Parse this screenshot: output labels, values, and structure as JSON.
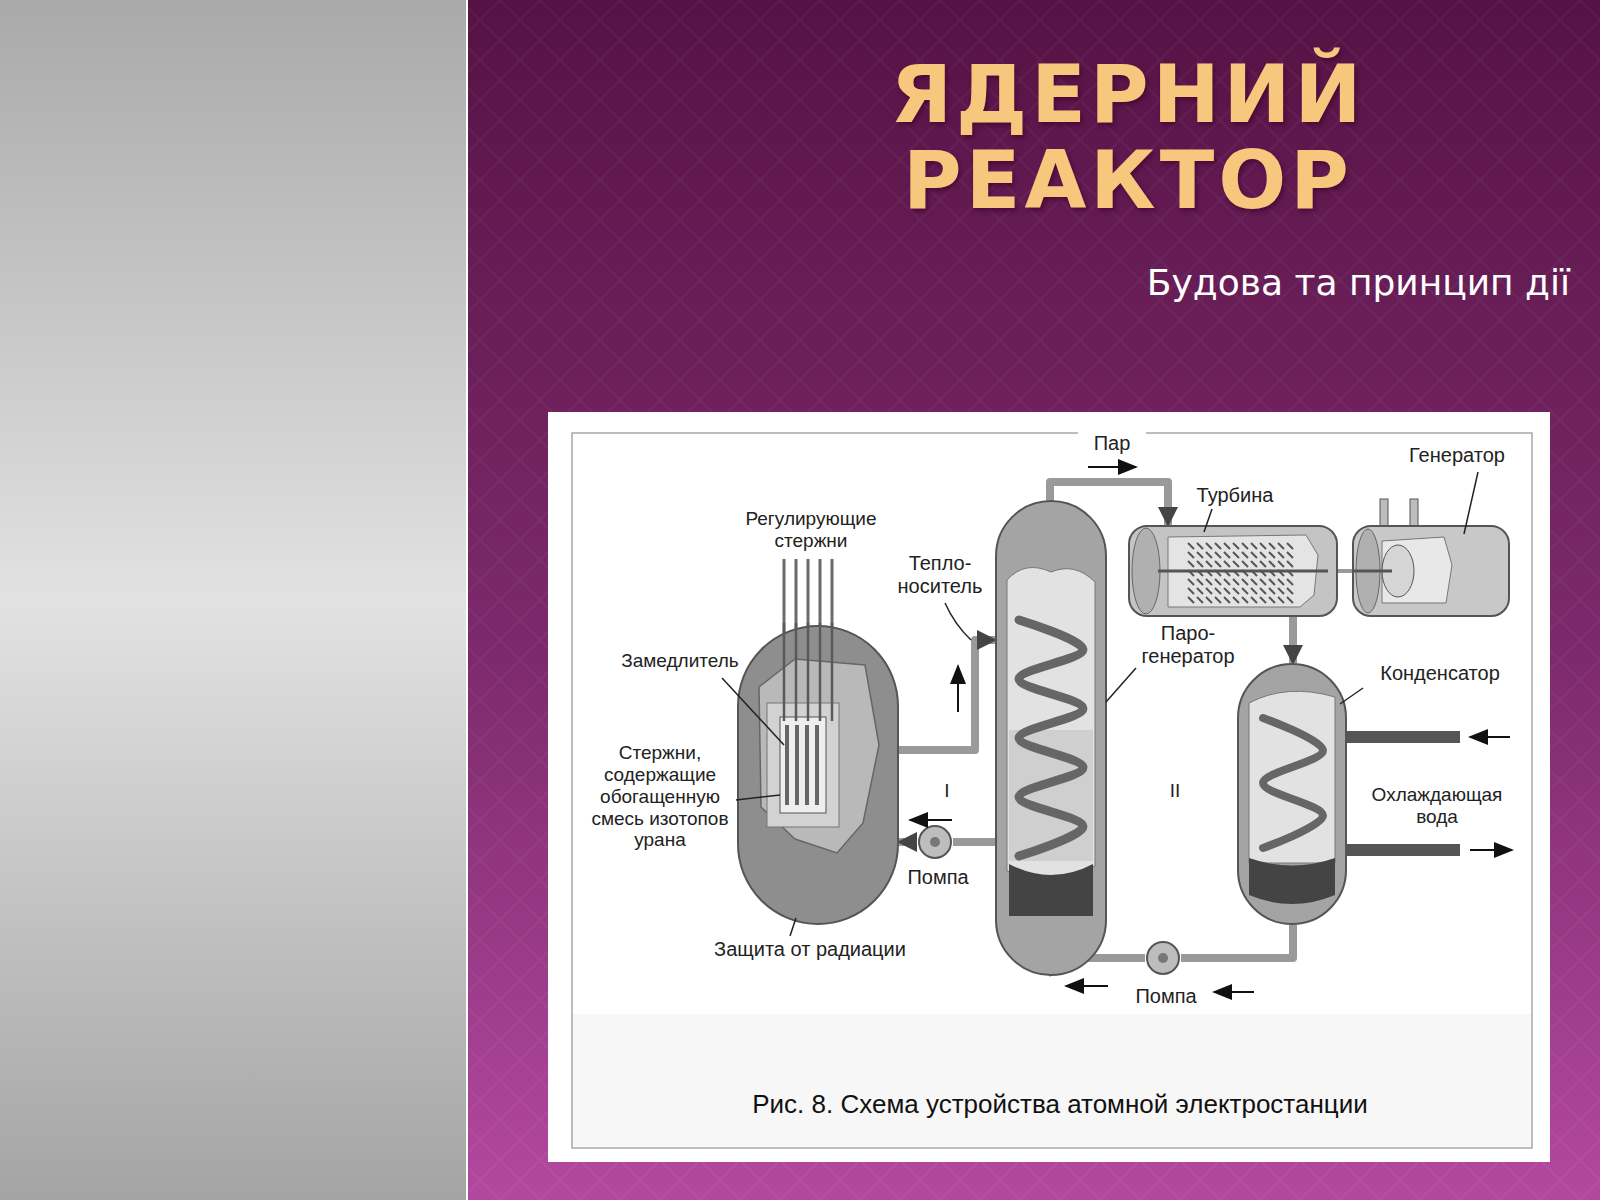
{
  "diagram": {
    "title": "ЯДЕРНИЙ РЕАКТОР",
    "caption": "Рис. 8. Схема устройства атомной электростанции",
    "nodes": [
      {
        "text": [
          "Защита от радиации"
        ]
      },
      {
        "text": [
          "Паро- генератор"
        ]
      },
      {
        "text": [
          "Турбина"
        ]
      },
      {
        "text": [
          "Генератор"
        ]
      },
      {
        "text": [
          "Конденсатор"
        ]
      },
      {
        "text": [
          "Помпа"
        ]
      },
      {
        "text": [
          "Помпа"
        ]
      }
    ],
    "edges": [
      {
        "from": 0,
        "to": 1,
        "arrow": "to",
        "label": "Тепло- носитель"
      },
      {
        "from": 1,
        "to": 5,
        "arrow": "none"
      },
      {
        "from": 5,
        "to": 0,
        "arrow": "to"
      },
      {
        "from": 1,
        "to": 2,
        "arrow": "to",
        "label": "Пар"
      },
      {
        "from": 2,
        "to": 3,
        "arrow": "none"
      },
      {
        "from": 2,
        "to": 4,
        "arrow": "to"
      },
      {
        "from": 4,
        "to": 6,
        "arrow": "none"
      },
      {
        "from": 6,
        "to": 1,
        "arrow": "to"
      }
    ],
    "labels": [
      "Будова та принцип дії",
      "Регулирующие стержни",
      "Замедлитель",
      "Стержни, содержащие обогащенную смесь изотопов урана",
      "I",
      "II",
      "Охлаждающая вода"
    ]
  }
}
